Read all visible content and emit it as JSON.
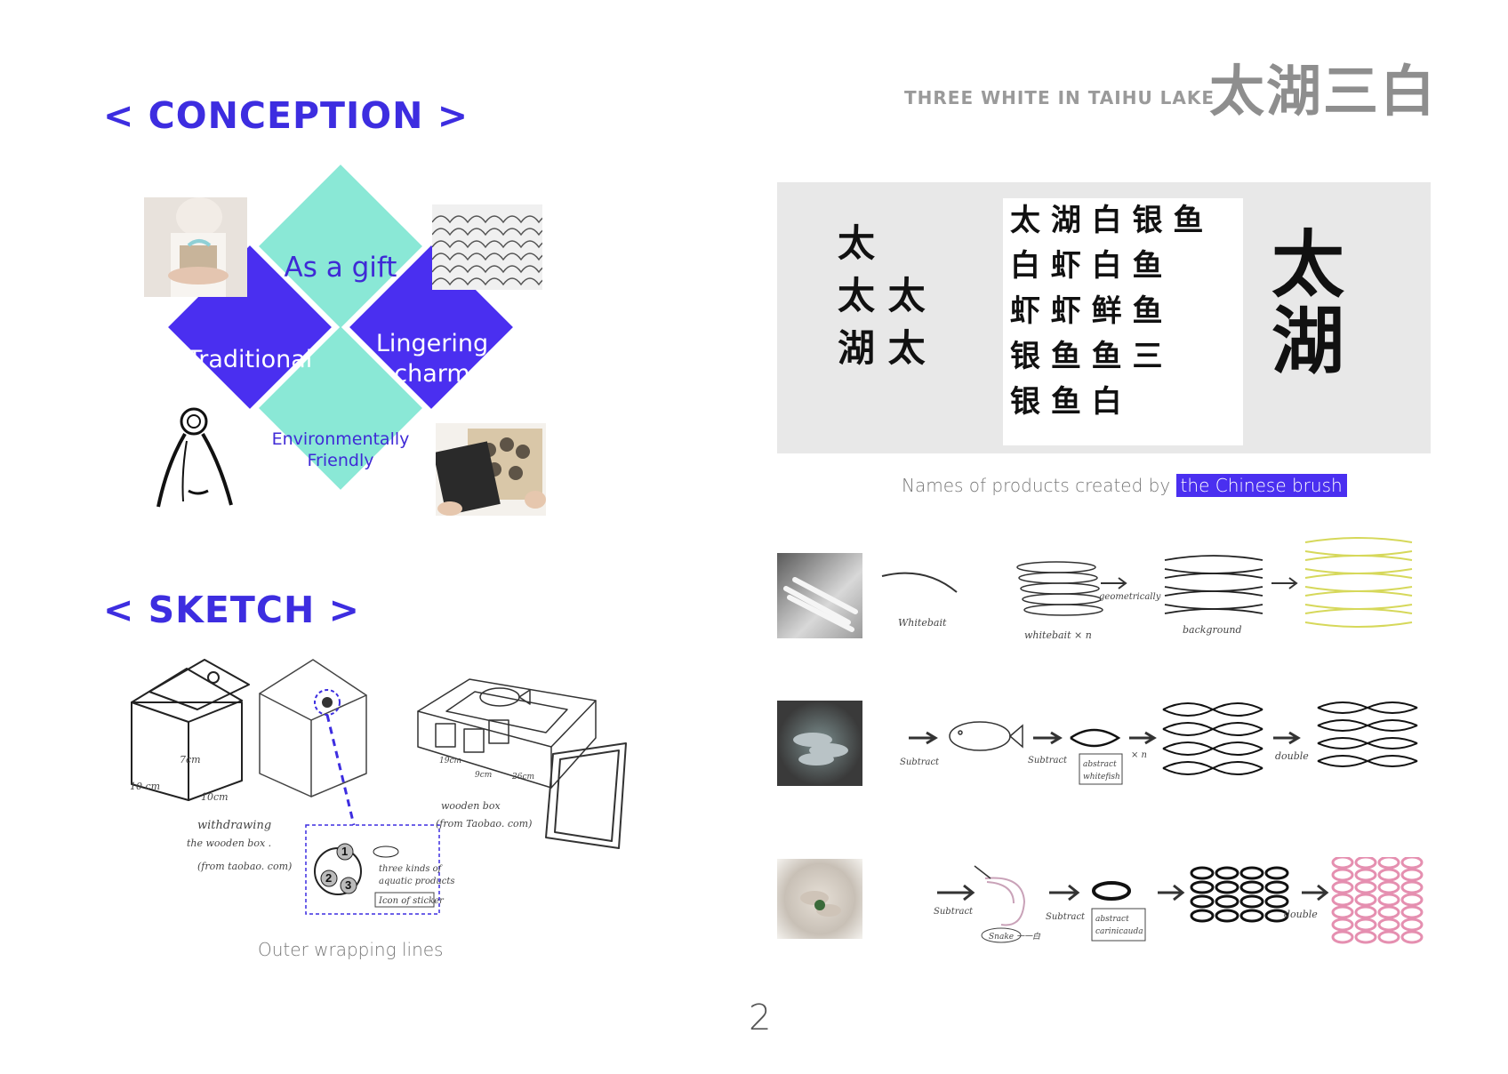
{
  "header": {
    "title_en": "THREE  WHITE  IN  TAIHU LAKE",
    "title_cn": "太湖三白"
  },
  "conception": {
    "title": "< CONCEPTION >",
    "diamonds": {
      "top": "As a gift",
      "left": "Traditional",
      "right_line1": "Lingering",
      "right_line2": "charm",
      "bottom_line1": "Environmentally",
      "bottom_line2": "Friendly"
    }
  },
  "sketch": {
    "title": "< SKETCH >",
    "caption": "Outer wrapping lines",
    "notes": {
      "dim_7": "7cm",
      "dim_10a": "10 cm",
      "dim_10b": "10cm",
      "withdrawing_1": "withdrawing",
      "withdrawing_2": "the  wooden  box .",
      "withdrawing_3": "(from   taobao. com)",
      "box_1": "wooden  box",
      "box_2": "(from   Taobao. com)",
      "dim_19": "19cm",
      "dim_9": "9cm",
      "dim_26": "26cm",
      "sticker_1": "three  kinds  of",
      "sticker_2": "aquatic  products",
      "sticker_3": "Icon  of  sticker",
      "num_1": "1",
      "num_2": "2",
      "num_3": "3"
    }
  },
  "calligraphy": {
    "caption_plain": "Names of products created by ",
    "caption_highlight": "the Chinese brush",
    "panel_left_1": "太",
    "panel_left_2": "太  太",
    "panel_left_3": "湖  太",
    "panel_mid_1": "太 湖 白 银 鱼",
    "panel_mid_2": "白 虾 白 鱼",
    "panel_mid_3": "虾 虾 鲜 鱼",
    "panel_mid_4": "银 鱼 鱼 三",
    "panel_mid_5": "银 鱼 白",
    "panel_right_1": "太",
    "panel_right_2": "湖"
  },
  "process_rows": {
    "row1": {
      "l1": "Whitebait",
      "l2": "whitebait × n",
      "l3": "geometrically",
      "l4": "background"
    },
    "row2": {
      "l1": "Subtract",
      "l2": "Subtract",
      "l3": "abstract",
      "l4": "whitefish",
      "l5": "× n",
      "l6": "double"
    },
    "row3": {
      "l1": "Subtract",
      "l2": "Snake 一一白",
      "l3": "Subtract",
      "l4": "abstract",
      "l5": "carinicauda",
      "l6": "double"
    }
  },
  "page_number": "2",
  "colors": {
    "accent": "#4a2ff0",
    "teal": "#8ae8d6",
    "title": "#3d2de0"
  }
}
